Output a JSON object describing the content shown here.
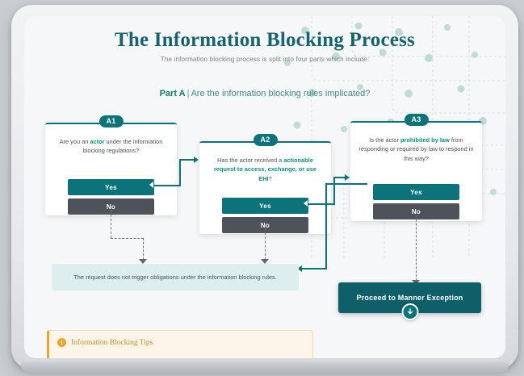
{
  "header": {
    "title": "The Information Blocking Process",
    "subtitle": "The information blocking process is split into four parts which include:",
    "part_label": "Part A",
    "part_separator": "|",
    "part_question": "Are the information blocking rules implicated?"
  },
  "steps": [
    {
      "badge": "A1",
      "question_parts": [
        {
          "text": "Are you an ",
          "highlight": false
        },
        {
          "text": "actor",
          "highlight": true
        },
        {
          "text": " under the information blocking regulations?",
          "highlight": false
        }
      ],
      "yes_label": "Yes",
      "no_label": "No"
    },
    {
      "badge": "A2",
      "question_parts": [
        {
          "text": "Has the actor received a ",
          "highlight": false
        },
        {
          "text": "actionable request to access, exchange, or use EHI",
          "highlight": true
        },
        {
          "text": "?",
          "highlight": false
        }
      ],
      "yes_label": "Yes",
      "no_label": "No"
    },
    {
      "badge": "A3",
      "question_parts": [
        {
          "text": "Is the actor ",
          "highlight": false
        },
        {
          "text": "prohibited by law",
          "highlight": true
        },
        {
          "text": " from responding or required by law to respond in this way?",
          "highlight": false
        }
      ],
      "yes_label": "Yes",
      "no_label": "No"
    }
  ],
  "outcome": {
    "text": "The request does not trigger obligations under the information blocking rules."
  },
  "proceed": {
    "label": "Proceed to Manner Exception",
    "icon": "arrow-down-circle-icon"
  },
  "tips": {
    "icon": "info-icon",
    "icon_glyph": "i",
    "title": "Information Blocking Tips"
  },
  "colors": {
    "teal": "#0b7379",
    "teal_dark": "#0e5f68",
    "teal_title": "#16646f",
    "highlight": "#0d8f83",
    "gray_button": "#4d525b",
    "outcome_bg": "#ddeeee",
    "tips_orange": "#f0a32c",
    "tips_bg": "#fdf5e9"
  }
}
